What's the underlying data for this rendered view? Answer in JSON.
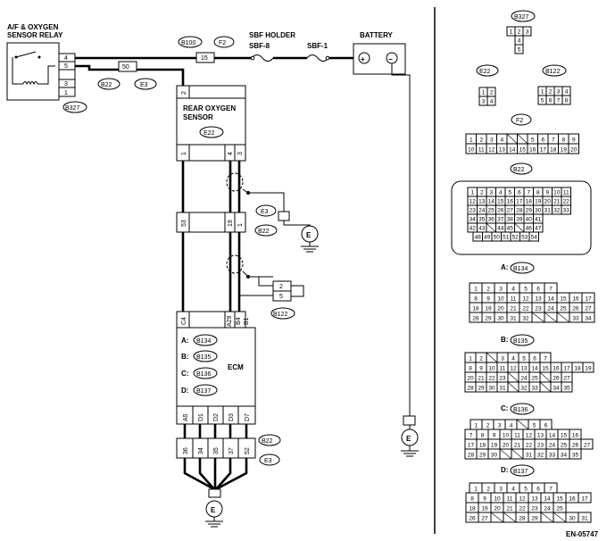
{
  "labels": {
    "relay": [
      "A/F & OXYGEN",
      "SENSOR RELAY"
    ],
    "b327": "B327",
    "b100": "B100",
    "f2": "F2",
    "sbf_holder": "SBF HOLDER",
    "sbf8": "SBF-8",
    "sbf1": "SBF-1",
    "battery": "BATTERY",
    "b22": "B22",
    "e3": "E3",
    "rear_sensor": [
      "REAR OXYGEN",
      "SENSOR"
    ],
    "e22": "E22",
    "b122": "B122",
    "ecm": "ECM",
    "ecm_a": "A:",
    "ecm_b": "B:",
    "ecm_c": "C:",
    "ecm_d": "D:",
    "b134": "B134",
    "b135": "B135",
    "b136": "B136",
    "b137": "B137",
    "ground": "E",
    "plus": "+",
    "minus": "−",
    "ref": "EN-05747"
  },
  "pins": {
    "relay": [
      "4",
      "5",
      "3",
      "1"
    ],
    "fuse_f2": "15",
    "b22_top": "50",
    "sensor_top": "2",
    "sensor_bottom": [
      "1",
      "4",
      "3"
    ],
    "b22_mid": [
      "53",
      "19",
      "1"
    ],
    "b122": [
      "2",
      "5"
    ],
    "ecm_top": [
      "C4",
      "A29",
      "B4",
      "B1"
    ],
    "ecm_bottom": [
      "A5",
      "D1",
      "D2",
      "D3",
      "D7"
    ],
    "ground_conn": [
      "36",
      "34",
      "35",
      "37",
      "52"
    ]
  },
  "connectors": {
    "b327_rows": [
      [
        "1",
        "2",
        "3"
      ],
      [
        "4"
      ],
      [
        "5"
      ]
    ],
    "e22_rows": [
      [
        "1",
        "2"
      ],
      [
        "3",
        "4"
      ]
    ],
    "b122_rows": [
      [
        "1",
        "2",
        "3",
        "4"
      ],
      [
        "5",
        "6",
        "7",
        "8"
      ]
    ],
    "f2_rows": [
      [
        "1",
        "2",
        "3",
        "4",
        "",
        "",
        "5",
        "6",
        "7",
        "8",
        "9"
      ],
      [
        "10",
        "11",
        "12",
        "13",
        "14",
        "15",
        "16",
        "17",
        "18",
        "19",
        "20"
      ]
    ],
    "b22_rows": [
      [
        "1",
        "2",
        "3",
        "4",
        "5",
        "6",
        "7",
        "8",
        "9",
        "10",
        "11"
      ],
      [
        "12",
        "13",
        "14",
        "15",
        "16",
        "17",
        "18",
        "19",
        "20",
        "21",
        "22"
      ],
      [
        "23",
        "24",
        "25",
        "26",
        "27",
        "28",
        "29",
        "30",
        "31",
        "32",
        "33"
      ],
      [
        "34",
        "35",
        "36",
        "37",
        "38",
        "39",
        "40",
        "41"
      ],
      [
        "42",
        "43",
        "",
        "44",
        "45",
        "",
        "46",
        "47"
      ],
      [
        "48",
        "49",
        "50",
        "51",
        "52",
        "53",
        "54"
      ]
    ],
    "b134_rows": [
      [
        "1",
        "2",
        "3",
        "4",
        "5",
        "6",
        "7"
      ],
      [
        "8",
        "9",
        "10",
        "11",
        "12",
        "13",
        "14",
        "15",
        "16",
        "17"
      ],
      [
        "18",
        "19",
        "20",
        "21",
        "22",
        "23",
        "24",
        "25",
        "26",
        "27"
      ],
      [
        "28",
        "29",
        "30",
        "31",
        "32",
        "",
        "",
        "",
        "33",
        "34"
      ]
    ],
    "b135_rows": [
      [
        "1",
        "2",
        "",
        "3",
        "4",
        "5",
        "6",
        "7"
      ],
      [
        "8",
        "9",
        "10",
        "11",
        "12",
        "13",
        "14",
        "15",
        "16",
        "17",
        "18",
        "19"
      ],
      [
        "20",
        "21",
        "22",
        "23",
        "",
        "24",
        "25",
        "",
        "26",
        "27"
      ],
      [
        "28",
        "29",
        "30",
        "31",
        "",
        "32",
        "33",
        "",
        "34",
        "35"
      ]
    ],
    "b136_rows": [
      [
        "1",
        "2",
        "3",
        "4",
        "",
        "5",
        "6"
      ],
      [
        "7",
        "8",
        "9",
        "10",
        "11",
        "12",
        "13",
        "14",
        "15",
        "16"
      ],
      [
        "17",
        "18",
        "19",
        "20",
        "21",
        "22",
        "23",
        "24",
        "25",
        "26",
        "27"
      ],
      [
        "28",
        "29",
        "30",
        "",
        "",
        "31",
        "32",
        "33",
        "34",
        "35"
      ]
    ],
    "b137_rows": [
      [
        "1",
        "2",
        "3",
        "4",
        "5",
        "6",
        "7"
      ],
      [
        "8",
        "9",
        "10",
        "11",
        "12",
        "13",
        "14",
        "15",
        "16",
        "17"
      ],
      [
        "18",
        "19",
        "20",
        "21",
        "22",
        "23",
        "24",
        "25"
      ],
      [
        "26",
        "27",
        "",
        "",
        "28",
        "29",
        "",
        "",
        "30",
        "31"
      ]
    ]
  }
}
